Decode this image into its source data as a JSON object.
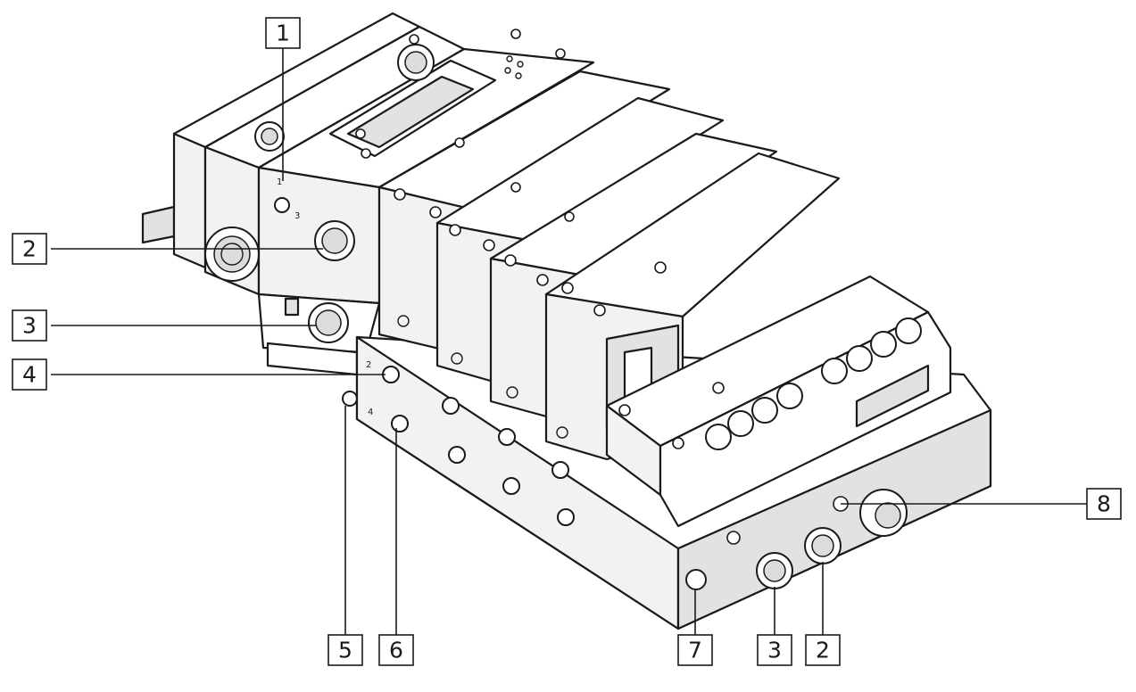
{
  "figure": {
    "callouts": [
      {
        "id": "c1-top",
        "label": "1"
      },
      {
        "id": "c2-left",
        "label": "2"
      },
      {
        "id": "c3-left",
        "label": "3"
      },
      {
        "id": "c4-left",
        "label": "4"
      },
      {
        "id": "c5-bottom",
        "label": "5"
      },
      {
        "id": "c6-bottom",
        "label": "6"
      },
      {
        "id": "c7-bottom",
        "label": "7"
      },
      {
        "id": "c3-bottom",
        "label": "3"
      },
      {
        "id": "c2-bottom",
        "label": "2"
      },
      {
        "id": "c8-right",
        "label": "8"
      }
    ],
    "port_marks": {
      "mark_2": "2",
      "mark_4": "4",
      "mark_1": "1",
      "mark_3": "3"
    }
  },
  "colors": {
    "line": "#1a1a1a",
    "fill_light": "#f2f2f2",
    "fill_shade": "#e2e2e2"
  }
}
